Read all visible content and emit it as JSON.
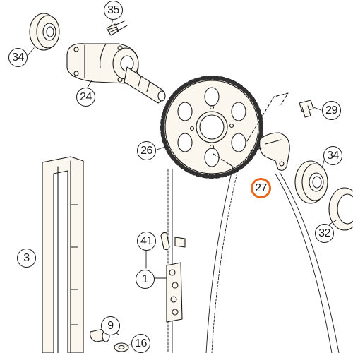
{
  "diagram": {
    "highlight_color": "#e8661e",
    "line_color": "#1a1a1a",
    "part_fill": "#fbf7ee",
    "callouts": [
      {
        "id": "35",
        "label": "35",
        "part": "grease-nipple",
        "highlighted": false
      },
      {
        "id": "34a",
        "label": "34",
        "part": "bearing-left",
        "highlighted": false
      },
      {
        "id": "24",
        "label": "24",
        "part": "countershaft",
        "highlighted": false
      },
      {
        "id": "29",
        "label": "29",
        "part": "bolt",
        "highlighted": false
      },
      {
        "id": "26",
        "label": "26",
        "part": "rear-sprocket",
        "highlighted": false
      },
      {
        "id": "34b",
        "label": "34",
        "part": "bearing-right",
        "highlighted": false
      },
      {
        "id": "27",
        "label": "27",
        "part": "chain-guide-block",
        "highlighted": true
      },
      {
        "id": "32",
        "label": "32",
        "part": "seal-ring",
        "highlighted": false
      },
      {
        "id": "3",
        "label": "3",
        "part": "chain-slider",
        "highlighted": false
      },
      {
        "id": "41",
        "label": "41",
        "part": "chain-clip",
        "highlighted": false
      },
      {
        "id": "1",
        "label": "1",
        "part": "drive-chain",
        "highlighted": false
      },
      {
        "id": "9",
        "label": "9",
        "part": "roller",
        "highlighted": false
      },
      {
        "id": "16",
        "label": "16",
        "part": "washer",
        "highlighted": false
      }
    ]
  }
}
